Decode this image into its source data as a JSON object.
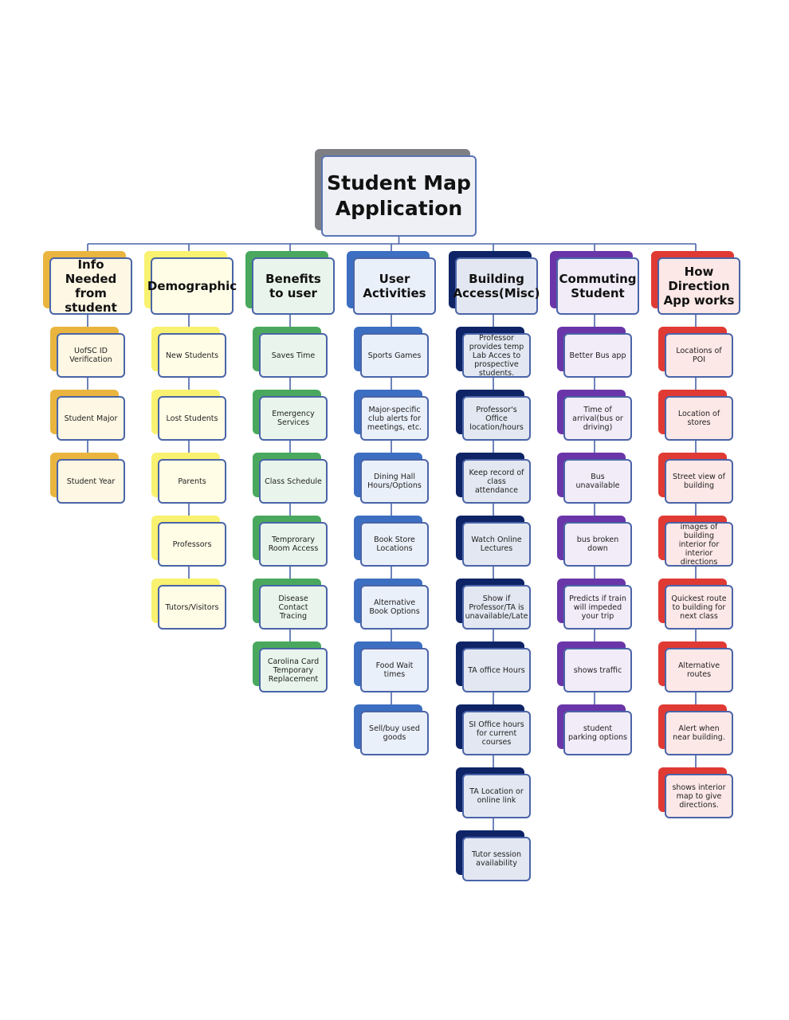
{
  "title": "Student Map Application",
  "categories": [
    {
      "label": "Info Needed from student",
      "color": "#e9b53f",
      "face": "#fdf7e3",
      "items": [
        "UofSC ID Verification",
        "Student Major",
        "Student Year"
      ]
    },
    {
      "label": "Demographic",
      "color": "#f9f170",
      "face": "#fffde6",
      "items": [
        "New Students",
        "Lost Students",
        "Parents",
        "Professors",
        "Tutors/Visitors"
      ]
    },
    {
      "label": "Benefits to user",
      "color": "#49a85d",
      "face": "#e9f5ec",
      "items": [
        "Saves Time",
        "Emergency Services",
        "Class Schedule",
        "Temprorary Room Access",
        "Disease Contact Tracing",
        "Carolina Card Temporary Replacement"
      ]
    },
    {
      "label": "User Activities",
      "color": "#3c6ec1",
      "face": "#eaf0fa",
      "items": [
        "Sports Games",
        "Major-specific club alerts for meetings, etc.",
        "Dining Hall Hours/Options",
        "Book Store Locations",
        "Alternative Book Options",
        "Food Wait times",
        "Sell/buy used goods"
      ]
    },
    {
      "label": "Building Access(Misc)",
      "color": "#0f2466",
      "face": "#e3e7f1",
      "items": [
        "Professor provides temp Lab Acces to prospective students.",
        "Professor's Office location/hours",
        "Keep record of class attendance",
        "Watch Online Lectures",
        "Show if Professor/TA is unavailable/Late",
        "TA office Hours",
        "SI Office hours for current courses",
        "TA Location or online link",
        "Tutor session availability"
      ]
    },
    {
      "label": "Commuting Student",
      "color": "#6a35a8",
      "face": "#f1ecf8",
      "items": [
        "Better Bus app",
        "Time of arrival(bus or driving)",
        "Bus unavailable",
        "bus broken down",
        "Predicts if train will impeded your trip",
        "shows traffic",
        "student parking options"
      ]
    },
    {
      "label": "How Direction App works",
      "color": "#e03a34",
      "face": "#fce8e7",
      "items": [
        "Locations of POI",
        "Location of stores",
        "Street view of building",
        "images of building interior for interior directions",
        "Quickest route to building for next class",
        "Alternative routes",
        "Alert when near building.",
        "shows interior map to give directions."
      ]
    }
  ]
}
